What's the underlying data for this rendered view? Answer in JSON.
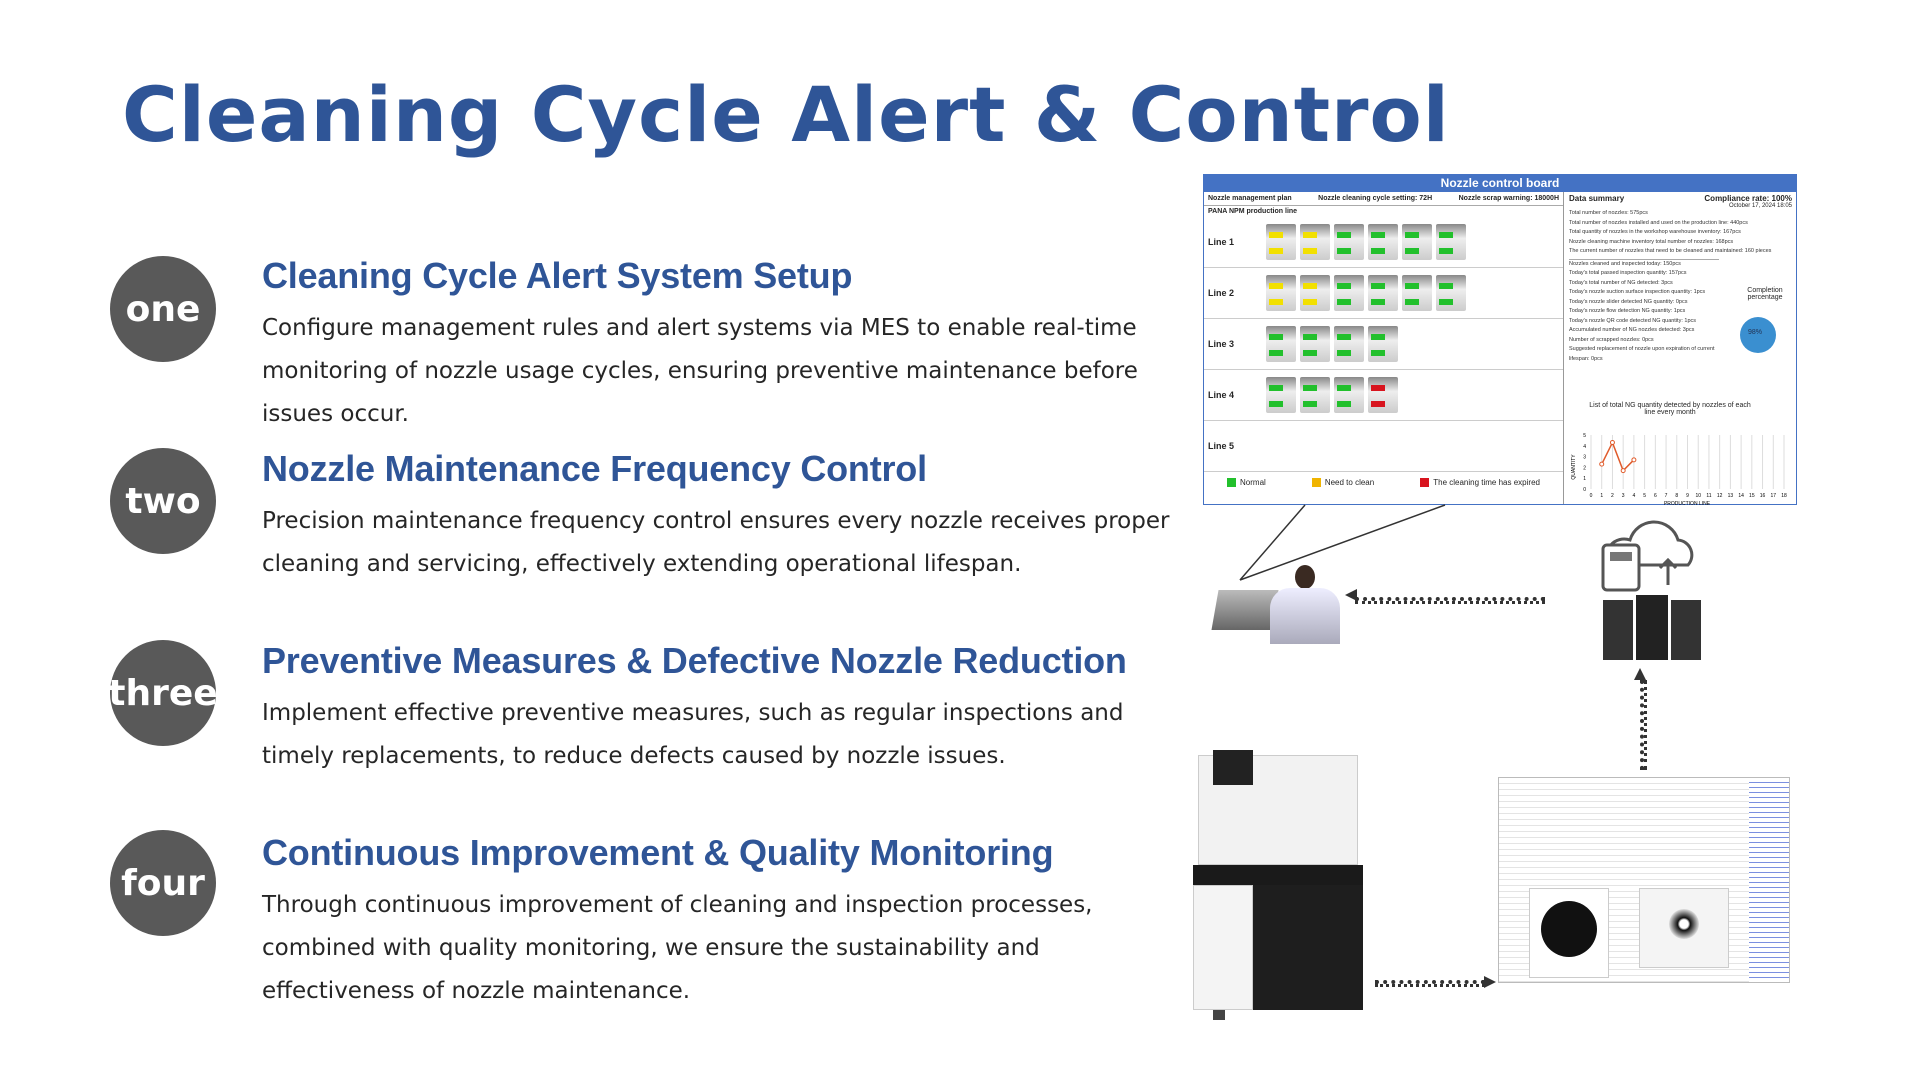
{
  "title": "Cleaning Cycle Alert & Control",
  "items": [
    {
      "badge": "one",
      "heading": "Cleaning Cycle Alert System Setup",
      "body": "Configure management rules and alert systems via MES to enable real-time monitoring of nozzle usage cycles, ensuring preventive maintenance before issues occur."
    },
    {
      "badge": "two",
      "heading": "Nozzle Maintenance Frequency Control",
      "body": "Precision maintenance frequency control ensures every nozzle receives proper cleaning and servicing, effectively extending operational lifespan."
    },
    {
      "badge": "three",
      "heading": "Preventive Measures & Defective Nozzle Reduction",
      "body": "Implement effective preventive measures, such as regular inspections and timely replacements, to reduce defects caused by nozzle issues."
    },
    {
      "badge": "four",
      "heading": "Continuous Improvement & Quality Monitoring",
      "body": "Through continuous improvement of cleaning and inspection processes, combined with quality monitoring, we ensure the sustainability and effectiveness of nozzle maintenance."
    }
  ],
  "board": {
    "title": "Nozzle control board",
    "plan": "Nozzle management plan",
    "cycle": "Nozzle cleaning cycle setting: 72H",
    "scrap": "Nozzle scrap warning: 18000H",
    "line_name": "PANA NPM production line",
    "lines": [
      "Line 1",
      "Line 2",
      "Line 3",
      "Line 4",
      "Line 5"
    ],
    "legend": [
      "Normal",
      "Need to clean",
      "The cleaning time has expired"
    ],
    "summary_title": "Data summary",
    "compliance": "Compliance rate: 100%",
    "date": "October 17, 2024 18:05",
    "stats": [
      "Total number of nozzles: 575pcs",
      "Total number of nozzles installed and used on the production line: 440pcs",
      "Total quantity of nozzles in the workshop warehouse inventory: 167pcs",
      "Nozzle cleaning machine inventory total number of nozzles: 168pcs",
      "The current number of nozzles that need to be cleaned and maintained: 160 pieces"
    ],
    "today": [
      "Nozzles cleaned and inspected today: 150pcs",
      "Today's total passed inspection quantity: 157pcs",
      "Today's total number of NG detected: 3pcs",
      "Today's nozzle suction surface inspection quantity: 1pcs",
      "Today's nozzle slider detected NG quantity: 0pcs",
      "Today's nozzle flow detection NG quantity: 1pcs",
      "Today's nozzle QR code detected NG quantity: 1pcs",
      "Accumulated number of NG nozzles detected: 3pcs",
      "Number of scrapped nozzles: 0pcs",
      "Suggested replacement of nozzle upon expiration of current lifespan: 0pcs"
    ],
    "completion": "Completion percentage",
    "pie_label": "98%",
    "chart_title": "List of total NG quantity detected by nozzles of each line every month",
    "chart_xlabel": "PRODUCTION LINE",
    "chart_ylabel": "QUANTITY"
  },
  "chart_data": {
    "type": "line",
    "x": [
      1,
      2,
      3,
      4
    ],
    "values": [
      2.3,
      4.3,
      1.7,
      2.7
    ],
    "ylim": [
      0,
      5
    ],
    "xlim": [
      0,
      18
    ]
  }
}
